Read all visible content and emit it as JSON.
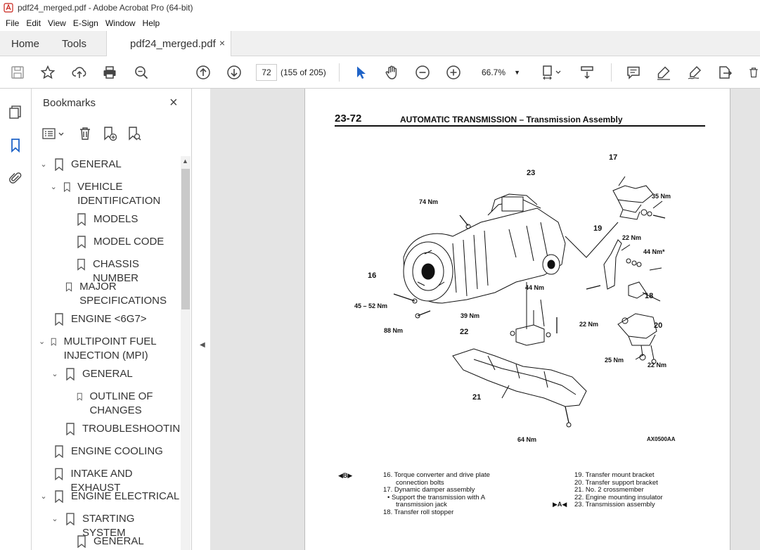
{
  "window": {
    "title": "pdf24_merged.pdf - Adobe Acrobat Pro (64-bit)"
  },
  "menu": [
    "File",
    "Edit",
    "View",
    "E-Sign",
    "Window",
    "Help"
  ],
  "tabs": {
    "home": "Home",
    "tools": "Tools",
    "document": "pdf24_merged.pdf",
    "close": "×"
  },
  "toolbar": {
    "page_number": "72",
    "page_count": "(155 of 205)",
    "zoom": "66.7%"
  },
  "bookmarks": {
    "title": "Bookmarks",
    "close": "×",
    "items": [
      {
        "label": "GENERAL",
        "level": 0,
        "expanded": true
      },
      {
        "label": "VEHICLE IDENTIFICATION",
        "level": 1,
        "expanded": true
      },
      {
        "label": "MODELS",
        "level": 2
      },
      {
        "label": "MODEL CODE",
        "level": 2
      },
      {
        "label": "CHASSIS NUMBER",
        "level": 2
      },
      {
        "label": "MAJOR SPECIFICATIONS",
        "level": 1
      },
      {
        "label": "ENGINE <6G7>",
        "level": 0
      },
      {
        "label": "MULTIPOINT FUEL INJECTION (MPI)",
        "level": 0,
        "expanded": true
      },
      {
        "label": "GENERAL",
        "level": 1,
        "expanded": true
      },
      {
        "label": "OUTLINE OF CHANGES",
        "level": 2
      },
      {
        "label": "TROUBLESHOOTING",
        "level": 1
      },
      {
        "label": "ENGINE COOLING",
        "level": 0
      },
      {
        "label": "INTAKE AND EXHAUST",
        "level": 0
      },
      {
        "label": "ENGINE ELECTRICAL",
        "level": 0,
        "expanded": true
      },
      {
        "label": "STARTING SYSTEM",
        "level": 1,
        "expanded": true
      },
      {
        "label": "GENERAL",
        "level": 2
      }
    ]
  },
  "document": {
    "page_number": "23-72",
    "section": "AUTOMATIC TRANSMISSION – Transmission Assembly",
    "figure_id": "AX0500AA",
    "callouts": {
      "c17": "17",
      "c23": "23",
      "c35nm": "35 Nm",
      "c74nm": "74 Nm",
      "c19": "19",
      "c22nm_a": "22 Nm",
      "c44nm_star": "44 Nm*",
      "c16": "16",
      "c44nm": "44 Nm",
      "c18": "18",
      "c4552nm": "45 – 52 Nm",
      "c39nm": "39 Nm",
      "c22nm_b": "22 Nm",
      "c20": "20",
      "c88nm": "88 Nm",
      "c22": "22",
      "c25nm": "25 Nm",
      "c22nm_c": "22 Nm",
      "c21": "21",
      "c64nm": "64 Nm"
    },
    "legend_mark_b": "◀B▶",
    "legend_mark_a": "▶A◀",
    "legend_left": [
      "16. Torque converter and drive plate",
      "connection bolts",
      "17. Dynamic damper assembly",
      "• Support the transmission with A",
      "transmission jack",
      "18. Transfer roll stopper"
    ],
    "legend_right": [
      "19. Transfer mount bracket",
      "20. Transfer support bracket",
      "21. No. 2 crossmember",
      "22. Engine mounting insulator",
      "23. Transmission assembly"
    ]
  }
}
